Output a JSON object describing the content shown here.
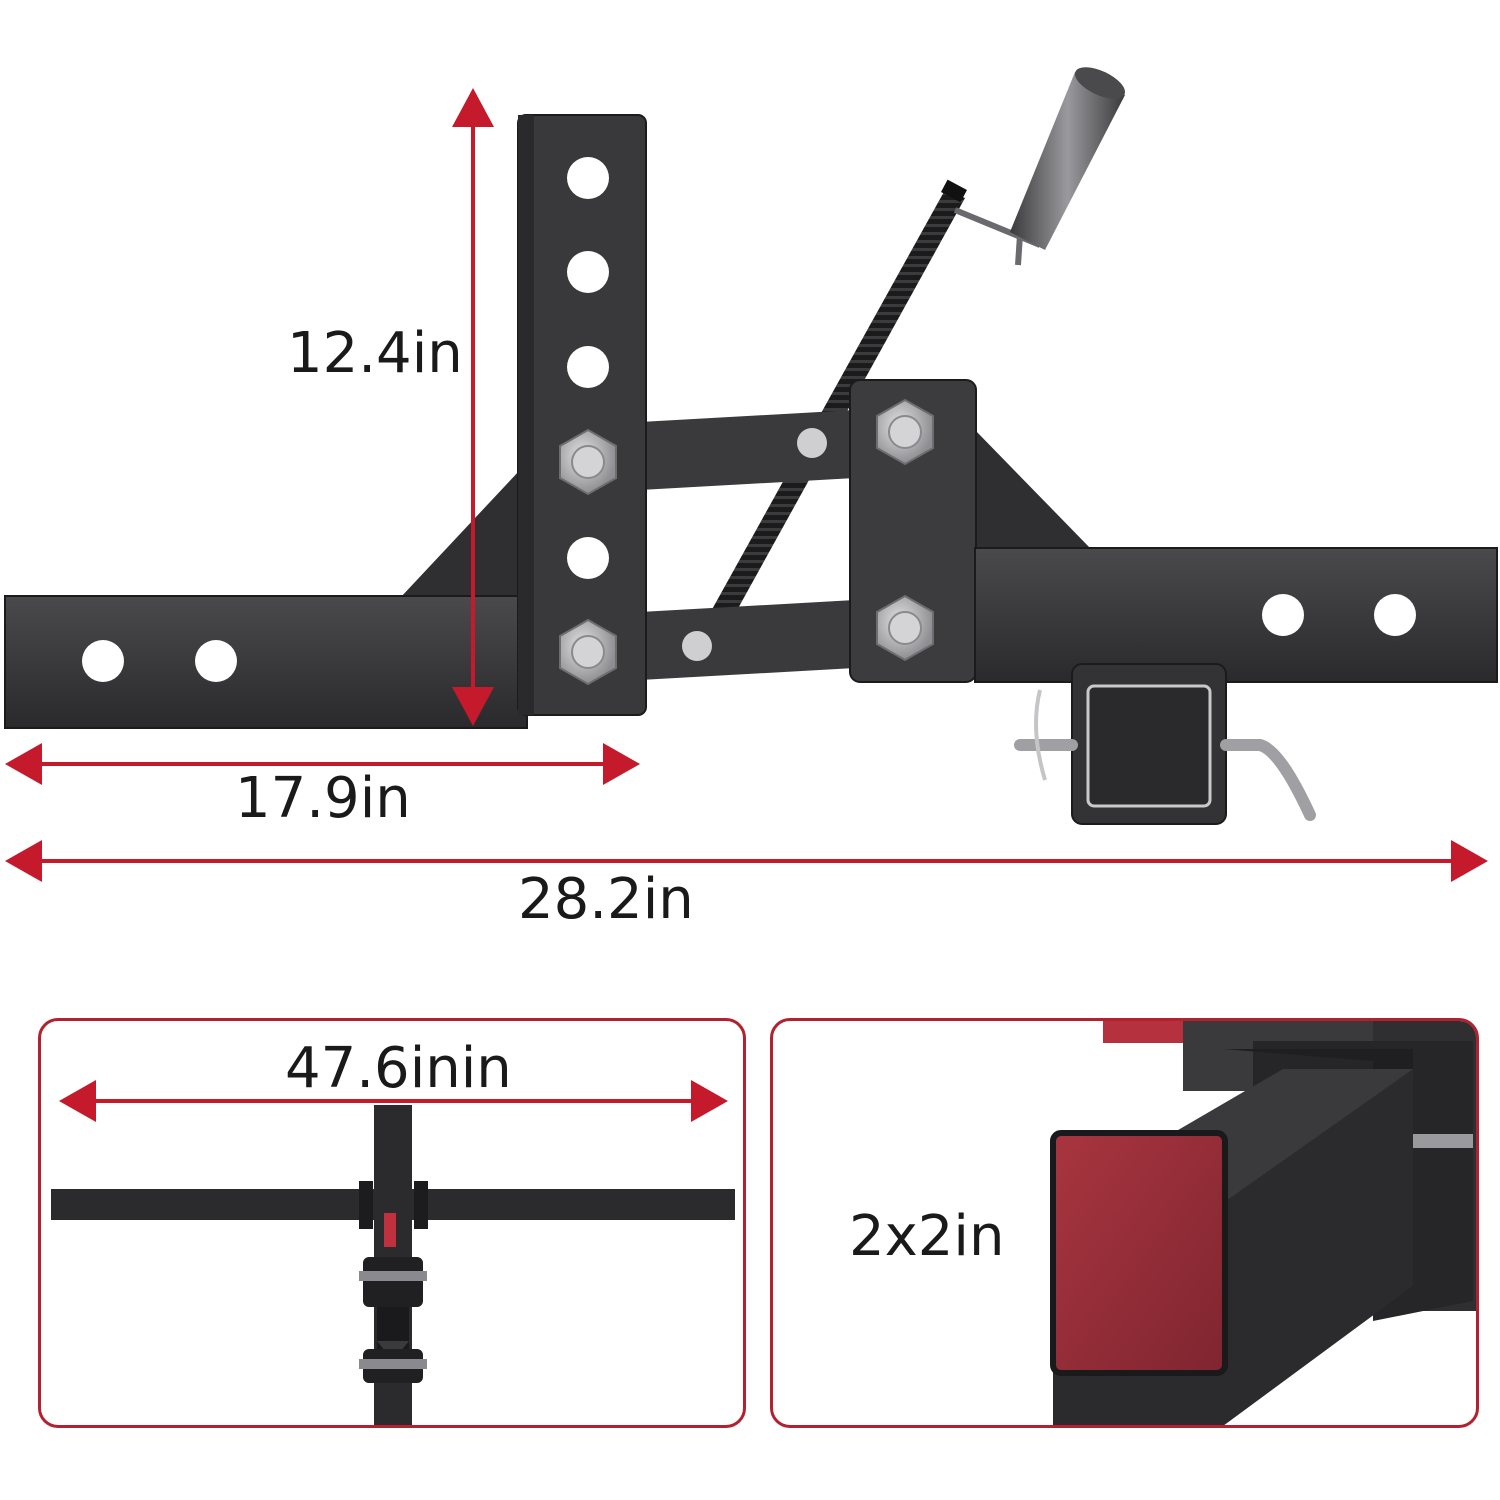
{
  "dimensions": {
    "height": "12.4in",
    "mount_length": "17.9in",
    "total_length": "28.2in",
    "bar_width": "47.6inin",
    "receiver_size": "2x2in"
  },
  "colors": {
    "accent": "#c41a2c",
    "steel": "#3a3a3c",
    "steel_dark": "#1e1e20",
    "steel_light": "#5a5a5e",
    "bolt": "#b9b9bb",
    "receiver_cap": "#9b2d3a"
  }
}
